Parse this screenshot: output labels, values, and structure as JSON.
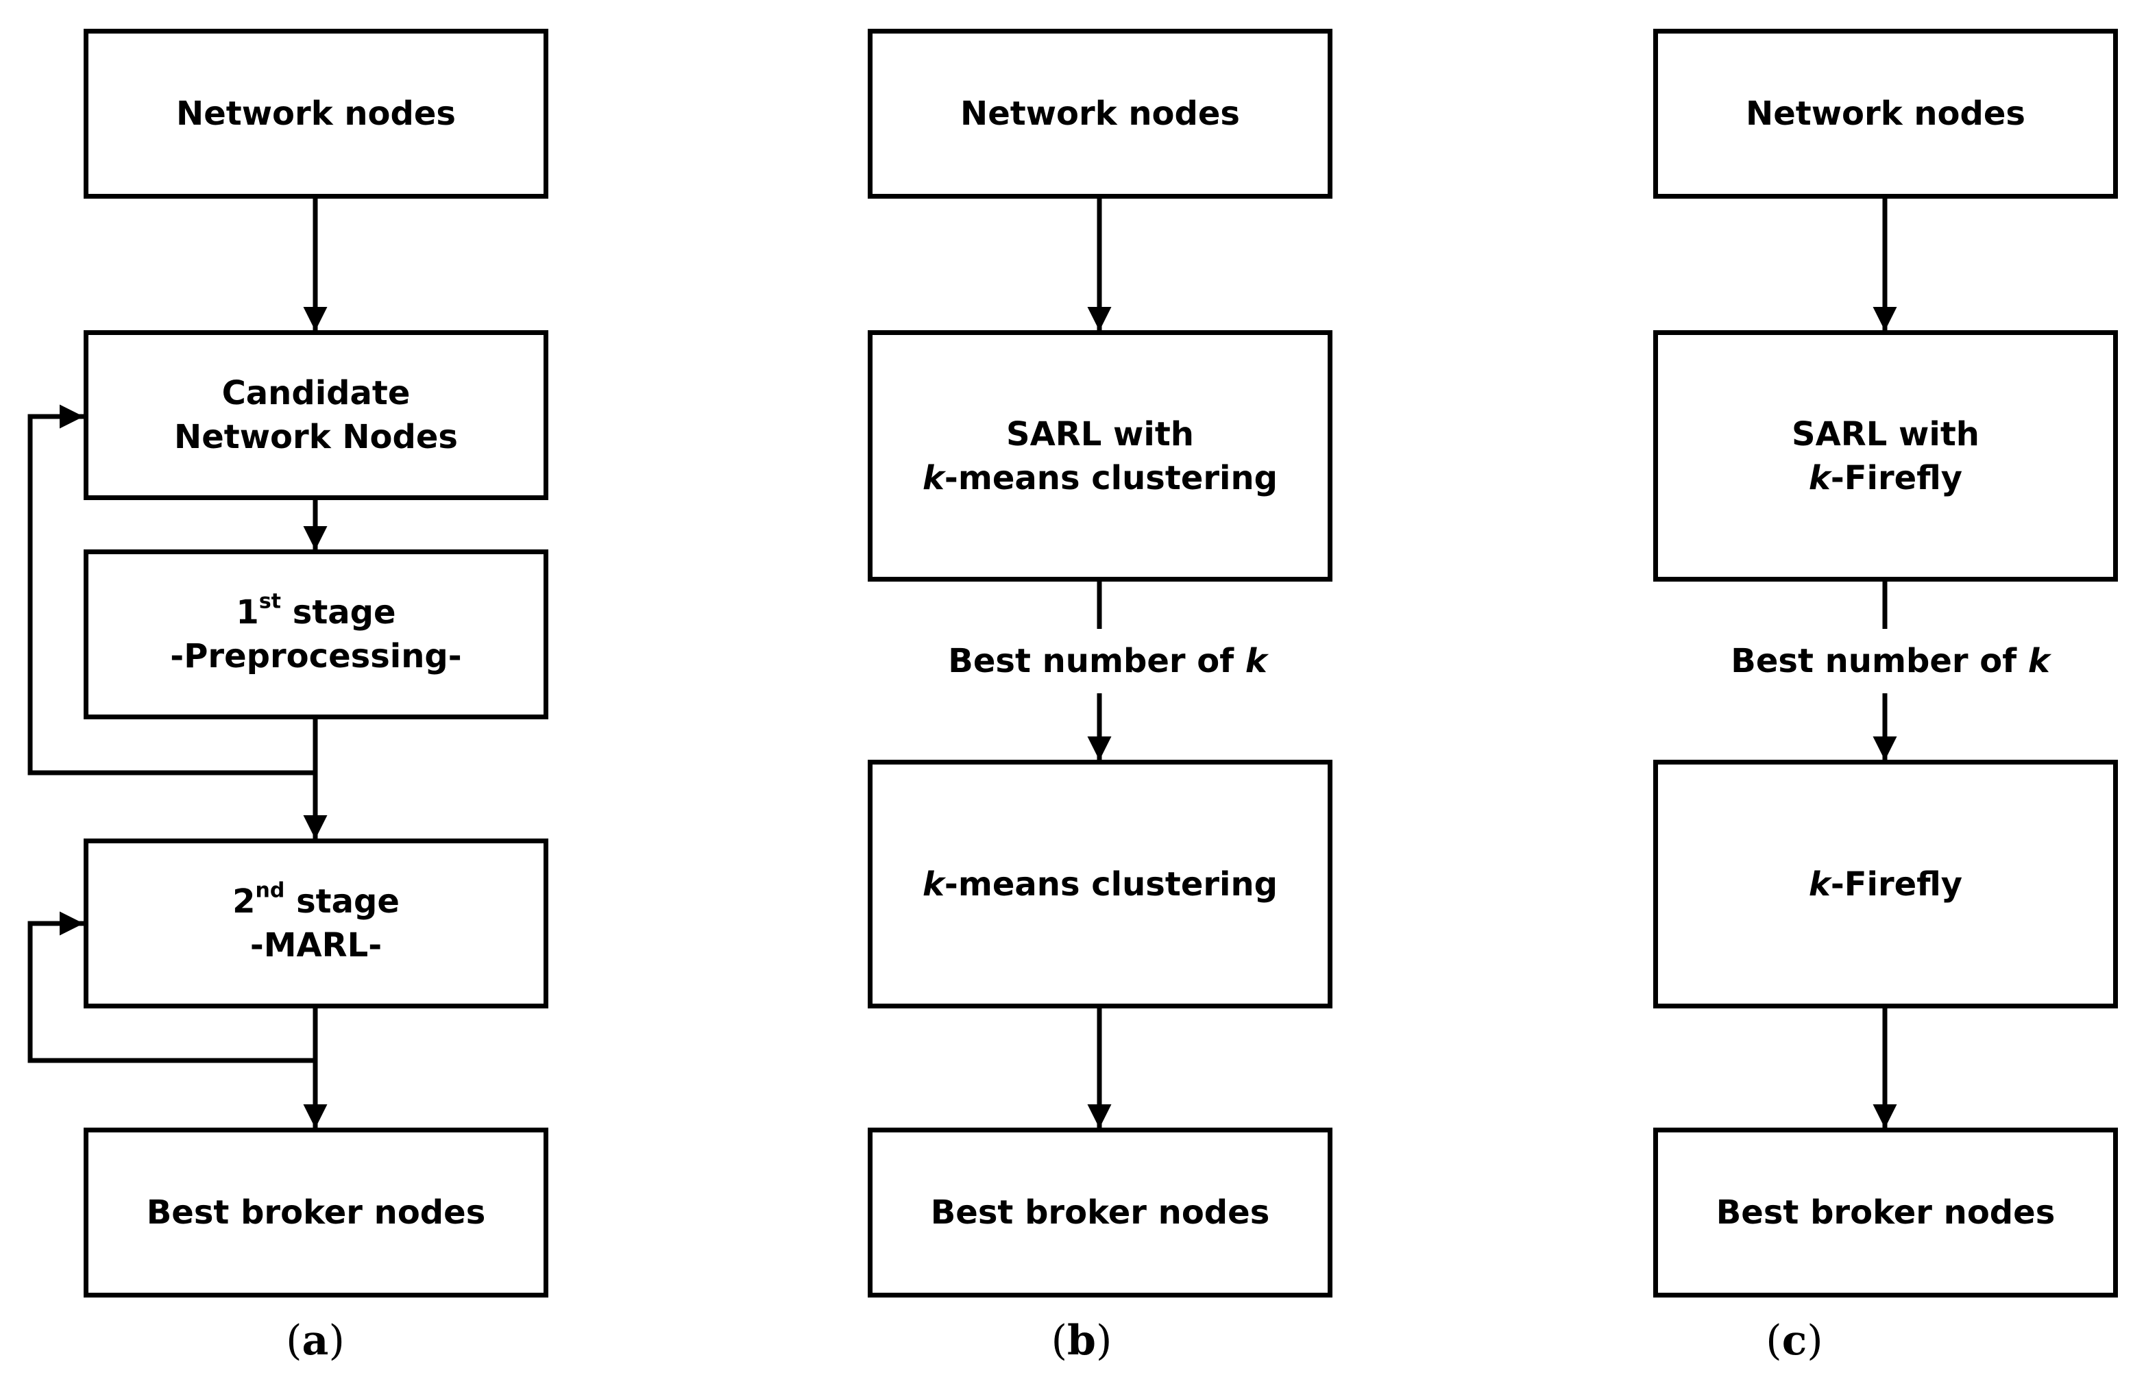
{
  "panel_a": {
    "label": "a",
    "nodes": {
      "network": "Network nodes",
      "candidate_line1": "Candidate",
      "candidate_line2": "Network Nodes",
      "stage1_num": "1",
      "stage1_sup": "st",
      "stage1_word": " stage",
      "stage1_line2": "-Preprocessing-",
      "stage2_num": "2",
      "stage2_sup": "nd",
      "stage2_word": " stage",
      "stage2_line2": "-MARL-",
      "best": "Best broker nodes"
    }
  },
  "panel_b": {
    "label": "b",
    "nodes": {
      "network": "Network nodes",
      "sarl_line1": "SARL with",
      "sarl_k": "k",
      "sarl_rest": "-means clustering",
      "method_k": "k",
      "method_rest": "-means clustering",
      "best": "Best broker nodes"
    },
    "edge_label_text": "Best number of ",
    "edge_label_k": "k"
  },
  "panel_c": {
    "label": "c",
    "nodes": {
      "network": "Network nodes",
      "sarl_line1": "SARL with",
      "sarl_k": "k",
      "sarl_rest": "-Firefly",
      "method_k": "k",
      "method_rest": "-Firefly",
      "best": "Best broker nodes"
    },
    "edge_label_text": "Best number of ",
    "edge_label_k": "k"
  }
}
